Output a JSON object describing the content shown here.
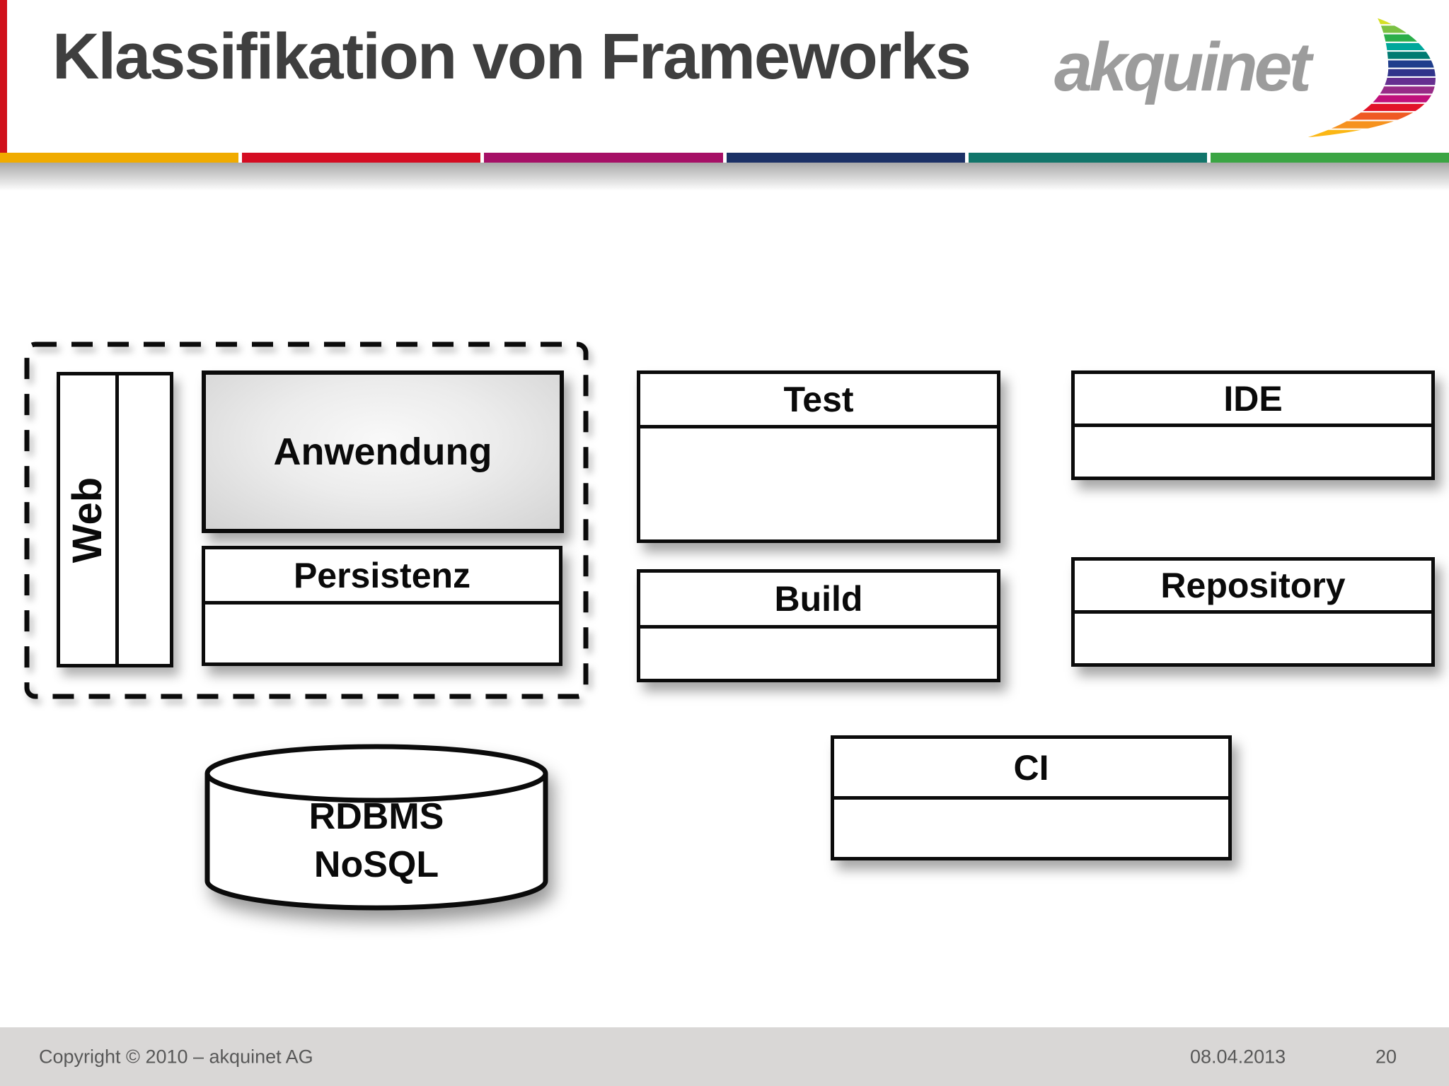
{
  "header": {
    "title": "Klassifikation von Frameworks"
  },
  "logo": {
    "text": "akquinet",
    "text_color": "#9C9C9C",
    "swoosh_colors": [
      "#D5DF26",
      "#7AC143",
      "#2BAE4A",
      "#00A79B",
      "#007B72",
      "#1F3D8C",
      "#31348B",
      "#662F90",
      "#972B87",
      "#C0107B",
      "#E21329",
      "#EF5A23",
      "#F6921E",
      "#FBB715"
    ]
  },
  "accent_bar": {
    "colors": [
      "#F0AB00",
      "#D40C22",
      "#A61066",
      "#1C3166",
      "#11756A",
      "#3BA544"
    ]
  },
  "left_stripe_color": "#D0111B",
  "diagram": {
    "application_group": {
      "web_label": "Web",
      "anwendung_label": "Anwendung",
      "persistenz_label": "Persistenz"
    },
    "tool_boxes": {
      "test": "Test",
      "build": "Build",
      "ide": "IDE",
      "repository": "Repository",
      "ci": "CI"
    },
    "database": {
      "line1": "RDBMS",
      "line2": "NoSQL"
    }
  },
  "footer": {
    "copyright": "Copyright © 2010 – akquinet AG",
    "date": "08.04.2013",
    "page_number": "20"
  }
}
